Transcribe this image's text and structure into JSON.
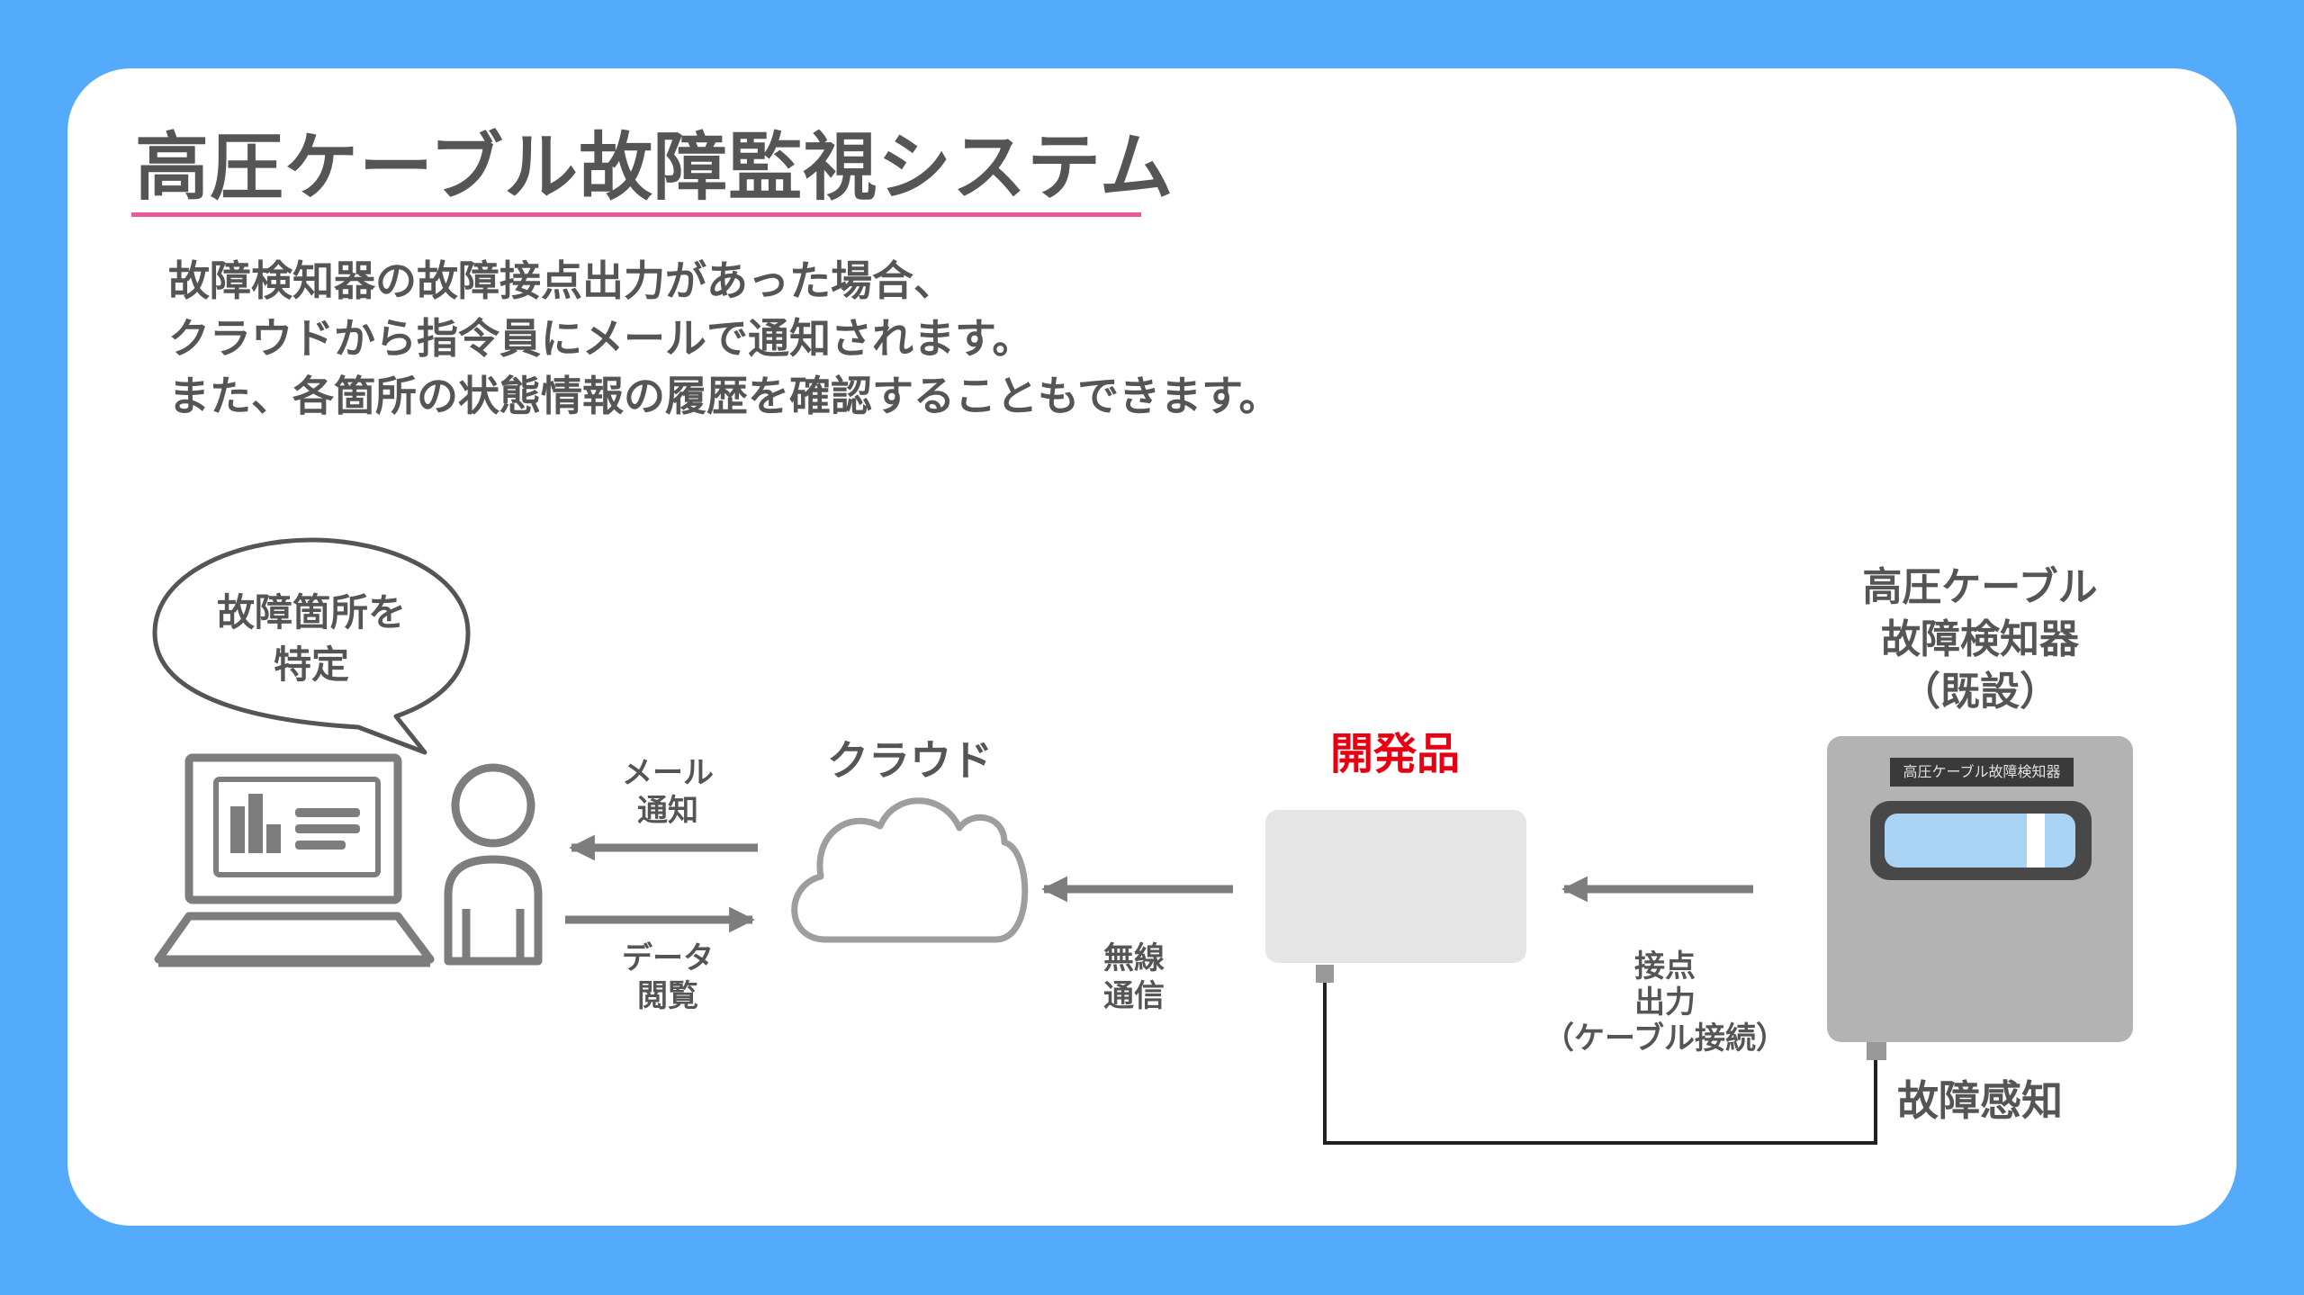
{
  "title": "高圧ケーブル故障監視システム",
  "description": [
    "故障検知器の故障接点出力があった場合、",
    "クラウドから指令員にメールで通知されます。",
    "また、各箇所の状態情報の履歴を確認することもできます。"
  ],
  "diagram": {
    "bubble": [
      "故障箇所を",
      "特定"
    ],
    "mail_notice": [
      "メール",
      "通知"
    ],
    "data_view": [
      "データ",
      "閲覧"
    ],
    "cloud": "クラウド",
    "wireless": [
      "無線",
      "通信"
    ],
    "product": "開発品",
    "contact_output": [
      "接点",
      "出力",
      "（ケーブル接続）"
    ],
    "detector_title": [
      "高圧ケーブル",
      "故障検知器",
      "（既設）"
    ],
    "detector_plate": "高圧ケーブル故障検知器",
    "fault_detect": "故障感知",
    "colors": {
      "background": "#54abfb",
      "text": "#555555",
      "accent_red": "#e60012",
      "underline": "#e8589a",
      "icon_gray": "#7d7d7d",
      "device_gray": "#b3b3b3",
      "window_blue": "#aad4f5"
    }
  }
}
